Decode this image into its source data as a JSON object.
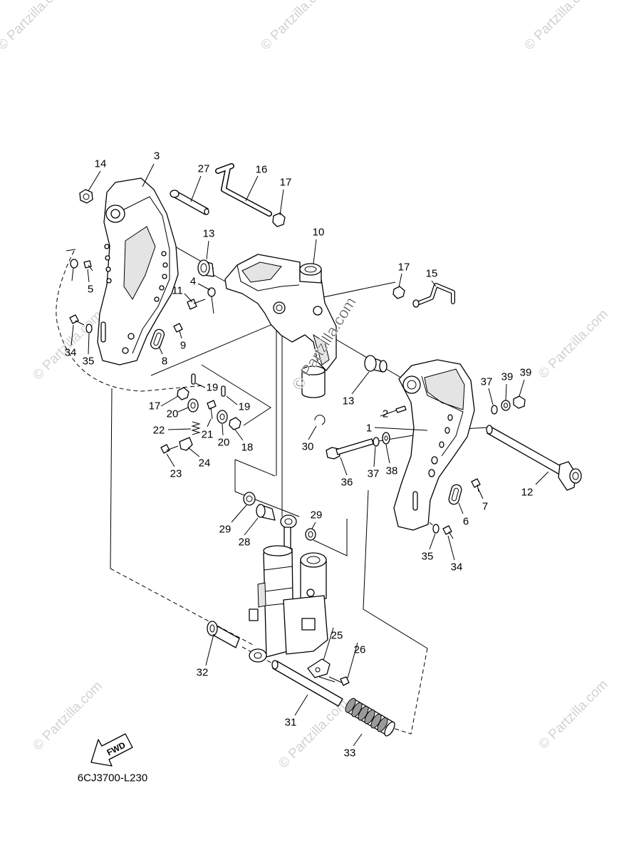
{
  "diagram": {
    "code": "6CJ3700-L230",
    "fwd_label": "FWD",
    "callouts": [
      "14",
      "3",
      "27",
      "16",
      "17",
      "13",
      "10",
      "5",
      "4",
      "11",
      "17",
      "15",
      "34",
      "35",
      "9",
      "8",
      "13",
      "37",
      "39",
      "39",
      "19",
      "19",
      "17",
      "20",
      "2",
      "1",
      "22",
      "21",
      "20",
      "18",
      "30",
      "23",
      "24",
      "36",
      "37",
      "38",
      "12",
      "7",
      "6",
      "29",
      "29",
      "28",
      "35",
      "34",
      "25",
      "26",
      "32",
      "31",
      "33"
    ]
  },
  "watermark": {
    "text": "© Partzilla.com"
  }
}
